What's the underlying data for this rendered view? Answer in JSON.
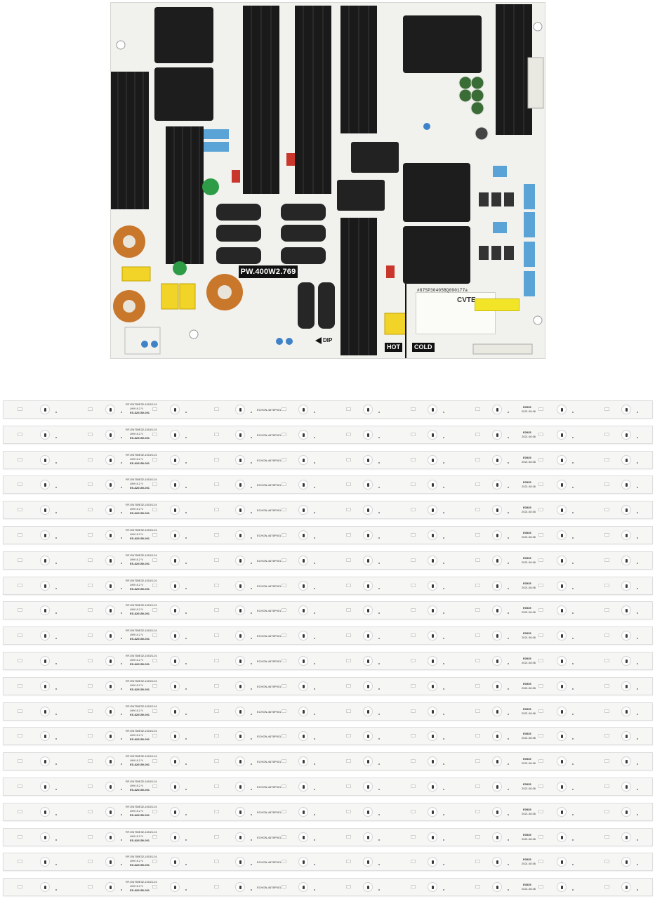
{
  "board": {
    "model": "PW.400W2.769",
    "hot_label": "HOT",
    "cold_label": "COLD",
    "dip_label": "DIP",
    "brand": "CVTE",
    "barcode": "#87SP30405BQ090177a"
  },
  "led_strips": {
    "count": 20,
    "part_text": "RF-EN750E32-1001S-01",
    "sub_text": "UHV 8.2 V",
    "code_text": "ES-820150-001",
    "mid_text": "ECHON-46T6P001",
    "date_text_1": "E0535",
    "date_text_2": "2021.08.06"
  },
  "colors": {
    "heatsink": "#1c1c1c",
    "pcb": "#f1f1ee",
    "capacitor_blue": "#5aa3d6",
    "choke_copper": "#c9772b",
    "x_cap_yellow": "#f2d428"
  }
}
